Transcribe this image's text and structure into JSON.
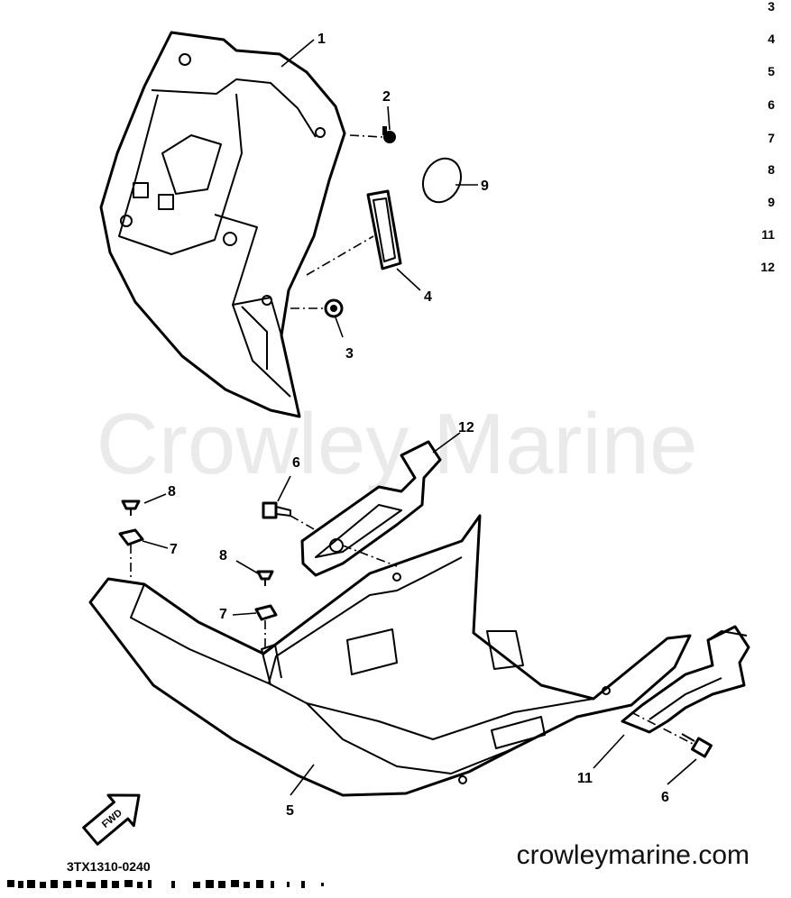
{
  "callouts": {
    "c1": "1",
    "c2": "2",
    "c3": "3",
    "c4": "4",
    "c5": "5",
    "c6a": "6",
    "c6b": "6",
    "c7a": "7",
    "c7b": "7",
    "c8a": "8",
    "c8b": "8",
    "c9": "9",
    "c11": "11",
    "c12": "12"
  },
  "ref_numbers": [
    "3",
    "4",
    "5",
    "6",
    "7",
    "8",
    "9",
    "11",
    "12"
  ],
  "watermark": "Crowley Marine",
  "drawing_code": "3TX1310-0240",
  "website": "crowleymarine.com",
  "fwd_label": "FWD",
  "colors": {
    "line": "#000000",
    "watermark": "#d9d9d9",
    "background": "#ffffff"
  }
}
